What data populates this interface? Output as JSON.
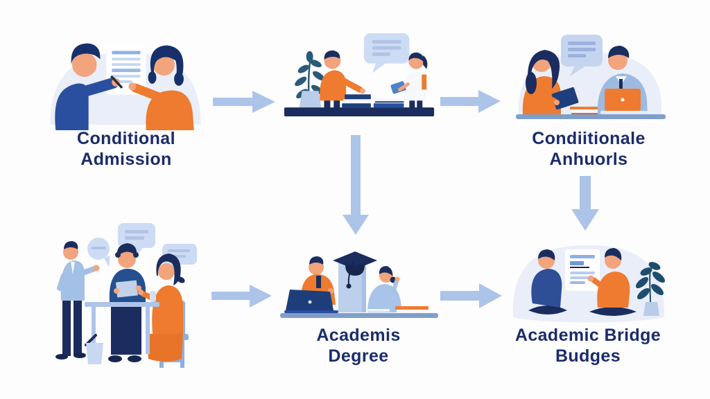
{
  "diagram": {
    "background_color": "#fdfdfe",
    "label_color": "#1b2c6a",
    "arrow_color": "#adc4e9",
    "nodes": [
      {
        "id": "conditional-admission",
        "label_line1": "Conditional",
        "label_line2": "Admission",
        "illustration": "two-people-reviewing-document"
      },
      {
        "id": "books-discussion",
        "label_line1": "",
        "label_line2": "",
        "illustration": "two-people-talking-over-book-stacks-with-plant-and-speech-bubble"
      },
      {
        "id": "condiitionale-anhuorls",
        "label_line1": "Condiitionale",
        "label_line2": "Anhuorls",
        "illustration": "woman-with-tablet-and-man-with-laptop-talking"
      },
      {
        "id": "advising-meeting",
        "label_line1": "",
        "label_line2": "",
        "illustration": "three-people-meeting-at-table-with-speech-bubbles"
      },
      {
        "id": "academis-degree",
        "label_line1": "Academis",
        "label_line2": "Degree",
        "illustration": "two-students-at-desk-with-graduation-cap"
      },
      {
        "id": "academic-bridge-budges",
        "label_line1": "Academic Bridge",
        "label_line2": "Budges",
        "illustration": "two-people-seated-discussing-document-with-plant"
      }
    ],
    "arrows": [
      {
        "id": "arrow-1",
        "direction": "right"
      },
      {
        "id": "arrow-2",
        "direction": "right"
      },
      {
        "id": "arrow-3",
        "direction": "down"
      },
      {
        "id": "arrow-4",
        "direction": "down"
      },
      {
        "id": "arrow-5",
        "direction": "right"
      },
      {
        "id": "arrow-6",
        "direction": "right"
      }
    ],
    "palette": {
      "scene_background": "#e9eef9",
      "speech_bubble": "#ccdcf4",
      "speech_bubble_lines": "#b2c3e6",
      "orange": "#ee7b30",
      "navy_dark": "#1b2d5e",
      "blue_medium": "#2a4f9e",
      "blue_light": "#a3c0e6",
      "skin": "#f2a47c",
      "desk_blue": "#7f9fc9",
      "paper_white": "#ffffff",
      "document_line_blue": "#9db7e8",
      "plant_leaf_blue": "#2a5a78"
    }
  }
}
